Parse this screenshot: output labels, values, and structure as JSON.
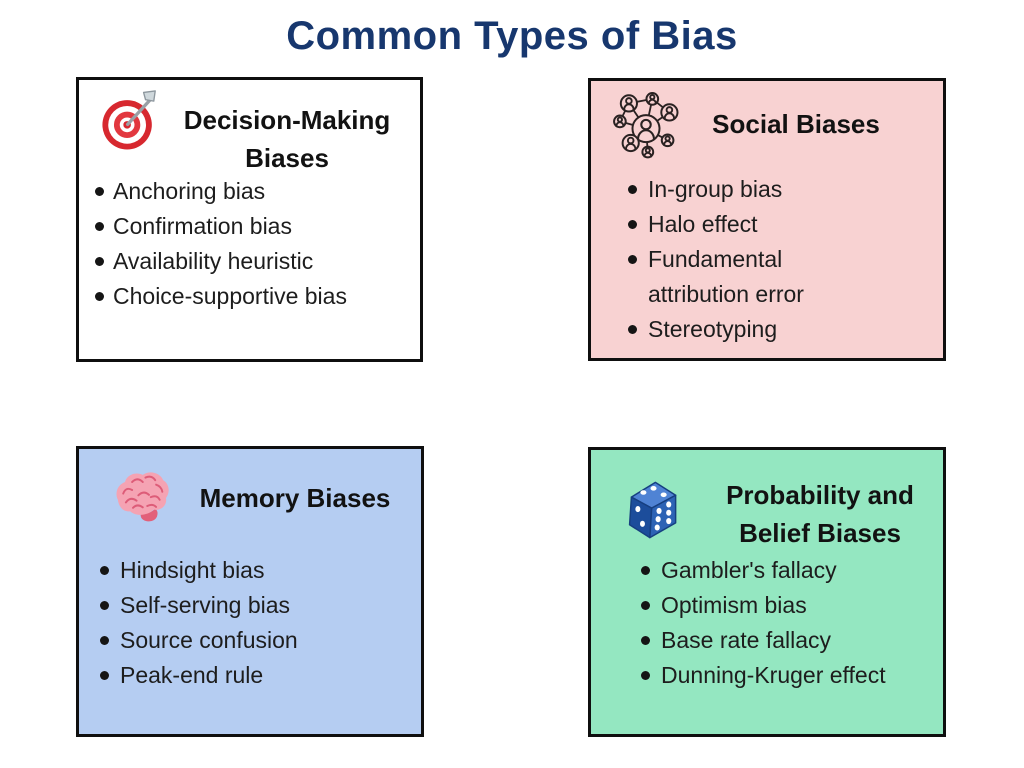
{
  "page": {
    "title": "Common Types of Bias",
    "title_color": "#17376e",
    "background": "#ffffff",
    "card_border_color": "#0f0f0f",
    "text_color": "#1d1d1d"
  },
  "cards": [
    {
      "title": "Decision-Making Biases",
      "icon": "target-icon",
      "bg": "#ffffff",
      "items": [
        "Anchoring bias",
        "Confirmation bias",
        "Availability heuristic",
        "Choice-supportive bias"
      ]
    },
    {
      "title": "Social Biases",
      "icon": "social-network-icon",
      "bg": "#f8d2d2",
      "items": [
        "In-group bias",
        "Halo effect",
        "Fundamental attribution error",
        "Stereotyping"
      ]
    },
    {
      "title": "Memory Biases",
      "icon": "brain-icon",
      "bg": "#b5cdf2",
      "items": [
        "Hindsight bias",
        "Self-serving bias",
        "Source confusion",
        "Peak-end rule"
      ]
    },
    {
      "title": "Probability and Belief Biases",
      "icon": "dice-icon",
      "bg": "#94e7c1",
      "items": [
        "Gambler's fallacy",
        "Optimism bias",
        "Base rate fallacy",
        "Dunning-Kruger effect"
      ]
    }
  ]
}
